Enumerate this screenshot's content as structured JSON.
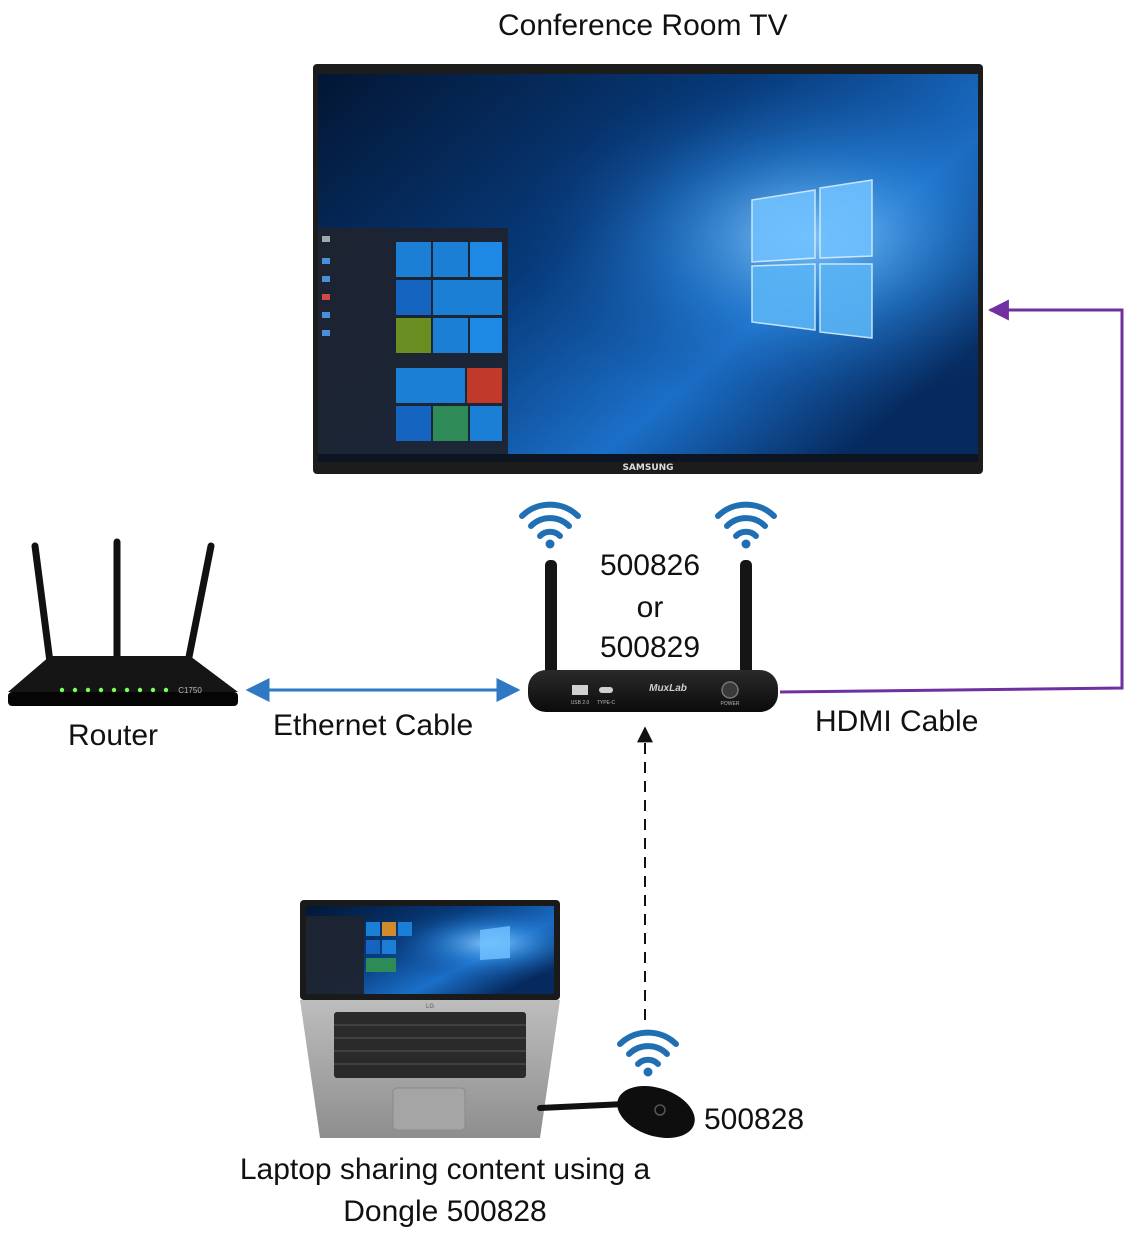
{
  "tv": {
    "title": "Conference Room TV",
    "brand": "SAMSUNG"
  },
  "receiver": {
    "model_line1": "500826",
    "model_line2": "or",
    "model_line3": "500829",
    "brand": "MuxLab",
    "ports": [
      "USB 2.0",
      "TYPE-C",
      "POWER"
    ]
  },
  "router": {
    "label": "Router",
    "badge": "C1750"
  },
  "laptop": {
    "caption_line1": "Laptop sharing content using a",
    "caption_line2": "Dongle 500828",
    "brand": "LG"
  },
  "dongle": {
    "label": "500828"
  },
  "connections": {
    "ethernet_label": "Ethernet Cable",
    "hdmi_label": "HDMI Cable"
  },
  "colors": {
    "ethernet": "#2f78c4",
    "hdmi": "#7030a0",
    "wifi": "#1f6fb2",
    "wireless_link": "#111111"
  },
  "icons": [
    "wifi-icon",
    "wifi-icon",
    "wifi-icon"
  ]
}
